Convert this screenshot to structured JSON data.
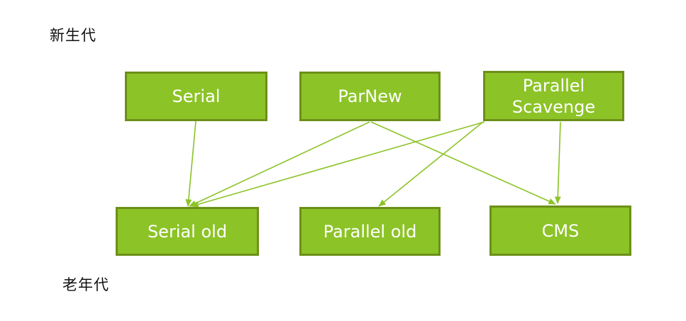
{
  "diagram": {
    "title_young": "新生代",
    "title_old": "老年代",
    "colors": {
      "node_fill": "#8CC327",
      "node_border": "#6C9019",
      "node_text": "#ffffff",
      "edge": "#8CC327",
      "background": "#ffffff",
      "label_text": "#111111"
    },
    "young_nodes": [
      {
        "id": "serial",
        "label": "Serial"
      },
      {
        "id": "parnew",
        "label": "ParNew"
      },
      {
        "id": "parallel-scavenge",
        "label": "Parallel\nScavenge"
      }
    ],
    "old_nodes": [
      {
        "id": "serial-old",
        "label": "Serial old"
      },
      {
        "id": "parallel-old",
        "label": "Parallel old"
      },
      {
        "id": "cms",
        "label": "CMS"
      }
    ],
    "edges": [
      {
        "from": "serial",
        "to": "serial-old",
        "arrow": true
      },
      {
        "from": "parnew",
        "to": "serial-old",
        "arrow": true
      },
      {
        "from": "parnew",
        "to": "cms",
        "arrow": true
      },
      {
        "from": "parallel-scavenge",
        "to": "serial-old",
        "arrow": true
      },
      {
        "from": "parallel-scavenge",
        "to": "parallel-old",
        "arrow": true
      },
      {
        "from": "parallel-scavenge",
        "to": "cms",
        "arrow": true
      }
    ]
  }
}
